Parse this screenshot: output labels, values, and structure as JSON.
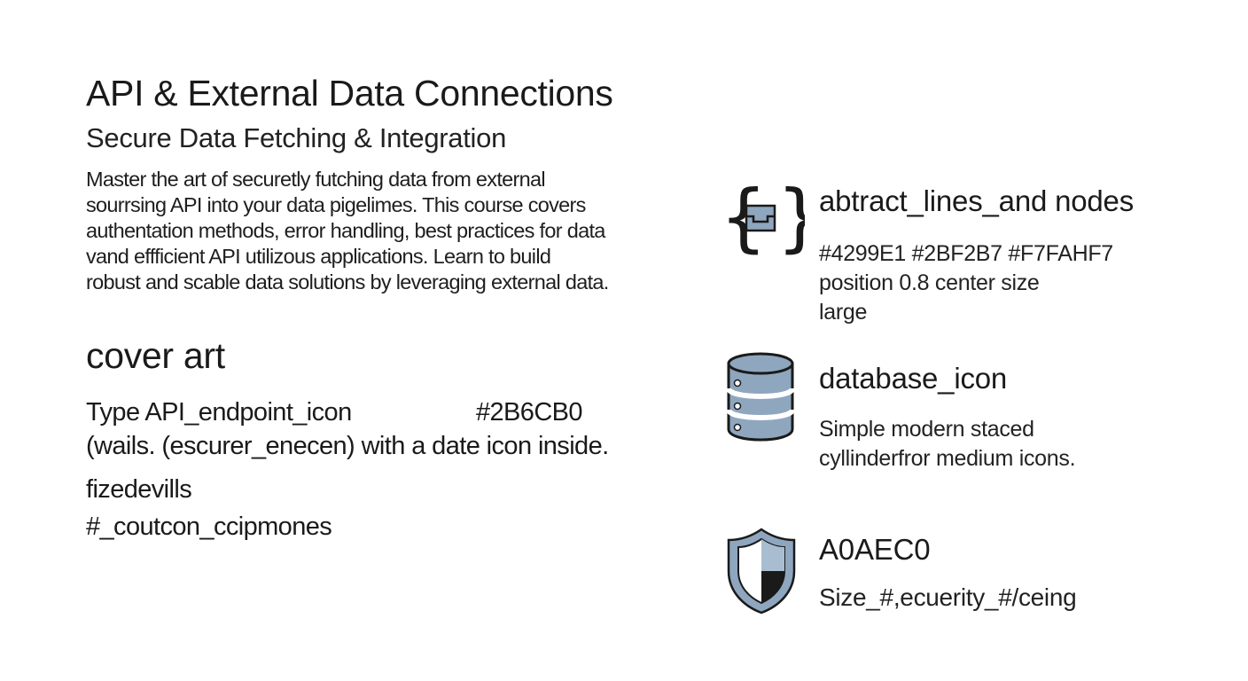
{
  "header": {
    "title": "API & External Data Connections",
    "subtitle": "Secure Data Fetching & Integration"
  },
  "description": [
    "Master the art of securetly futching data from external",
    "sourrsing API into your data pigelimes. This course covers",
    "authentation methods, error handling, best practices for data",
    "vand effficient API utilizous applications. Learn to build",
    "robust and scable data solutions by leveraging external data."
  ],
  "cover_art": {
    "heading": "cover art",
    "type_label": "Type API_endpoint_icon",
    "type_color": "#2B6CB0",
    "line2": "(wails. (escurer_enecen) with a date icon inside.",
    "line3": "fizedevills",
    "line4": "#_coutcon_ccipmones"
  },
  "icons": [
    {
      "icon": "braces-envelope-icon",
      "title": "abtract_lines_and nodes",
      "lines": [
        "#4299E1 #2BF2B7 #F7FAHF7",
        "position 0.8  center size",
        "large"
      ]
    },
    {
      "icon": "database-icon",
      "title": "database_icon",
      "lines": [
        "Simple modern staced",
        "cyllinderfror  medium icons."
      ]
    },
    {
      "icon": "shield-icon",
      "title": "A0AEC0",
      "lines": [
        "Size_#,ecuerity_#/ceing"
      ]
    }
  ],
  "colors": {
    "icon_fill": "#8fa6bf",
    "text": "#1a1a1a"
  }
}
